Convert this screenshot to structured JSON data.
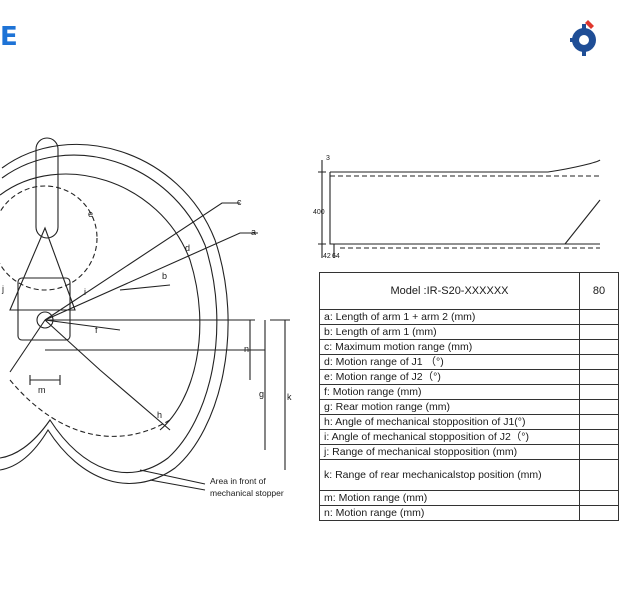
{
  "brand": {
    "wordmark": "E",
    "accent_color": "#1e73d6",
    "logo_icon": "gear-wrench-logo-icon"
  },
  "diagram": {
    "labels": {
      "a": "a",
      "b": "b",
      "c": "c",
      "d": "d",
      "e": "e",
      "f": "f",
      "g": "g",
      "h": "h",
      "i": "i",
      "j": "j",
      "k": "k",
      "m": "m",
      "n": "n"
    },
    "side_view": {
      "dim_top": "3",
      "dim_height": "400",
      "dim_bottom_1": "42",
      "dim_bottom_2": "64"
    },
    "callout": {
      "line1": "Area in front of",
      "line2": "mechanical stopper"
    }
  },
  "table": {
    "model_label": "Model :IR-S20-XXXXXX",
    "model_value": "80",
    "rows": [
      "a: Length of arm 1 + arm 2 (mm)",
      "b: Length of arm 1 (mm)",
      "c: Maximum motion range (mm)",
      "d: Motion range of J1 （°)",
      "e: Motion range of J2（°)",
      "f: Motion range (mm)",
      "g: Rear motion range (mm)",
      "h: Angle of mechanical stopposition of J1(°)",
      "i: Angle of mechanical stopposition of J2（°)",
      "j: Range of mechanical stopposition (mm)",
      "k: Range of rear mechanicalstop position (mm)",
      "m: Motion range (mm)",
      "n: Motion range (mm)"
    ]
  }
}
